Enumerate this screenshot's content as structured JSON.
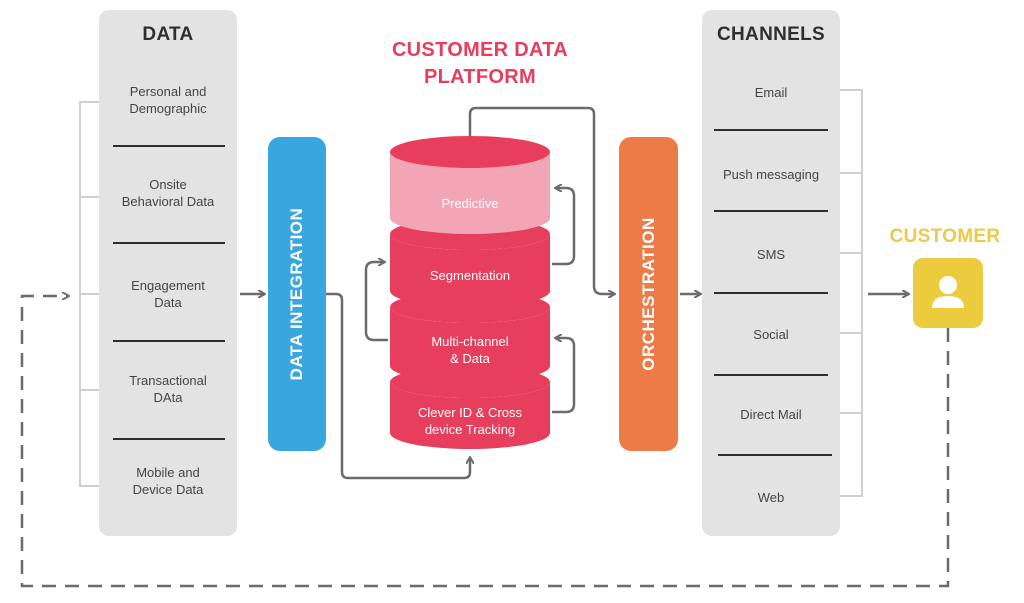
{
  "data_panel": {
    "title": "DATA",
    "items": [
      "Personal and\nDemographic",
      "Onsite\nBehavioral Data",
      "Engagement\nData",
      "Transactional\nDAta",
      "Mobile and\nDevice Data"
    ]
  },
  "integration_label": "DATA INTEGRATION",
  "platform": {
    "title": "CUSTOMER DATA\nPLATFORM",
    "layers": [
      "Predictive",
      "Segmentation",
      "Multi-channel\n& Data",
      "Clever ID & Cross\ndevice Tracking"
    ]
  },
  "orchestration_label": "ORCHESTRATION",
  "channels_panel": {
    "title": "CHANNELS",
    "items": [
      "Email",
      "Push messaging",
      "SMS",
      "Social",
      "Direct Mail",
      "Web"
    ]
  },
  "customer": {
    "title": "CUSTOMER",
    "icon": "user-icon"
  },
  "colors": {
    "panel": "#e3e3e3",
    "integration": "#3aa6e0",
    "orchestration": "#ec7b48",
    "platform_red": "#e63e5c",
    "platform_pink": "#f2a5b4",
    "customer": "#eccb3f",
    "connector": "#6b6b6b"
  }
}
